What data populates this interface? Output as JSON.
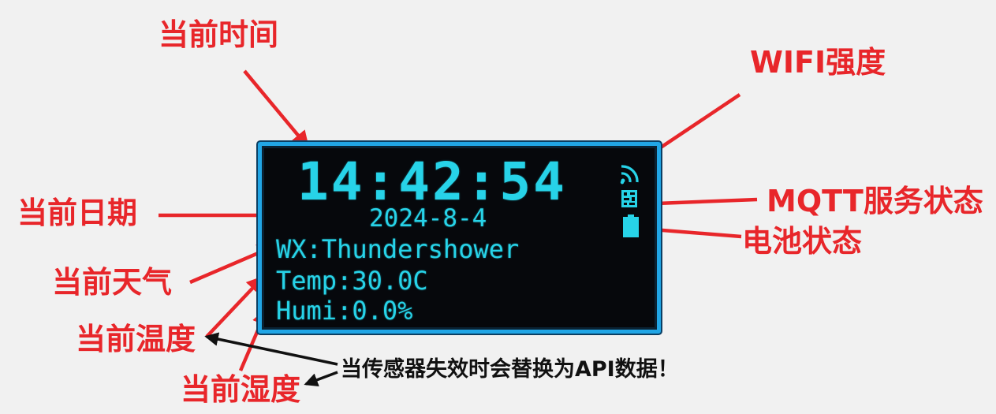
{
  "annotations": {
    "time": "当前时间",
    "wifi": "WIFI强度",
    "date": "当前日期",
    "mqtt": "MQTT服务状态",
    "battery": "电池状态",
    "weather": "当前天气",
    "temperature": "当前温度",
    "humidity": "当前湿度",
    "note": "当传感器失效时会替换为API数据！"
  },
  "display": {
    "time": "14:42:54",
    "date": "2024-8-4",
    "weather": "WX:Thundershower",
    "temperature": "Temp:30.0C",
    "humidity": "Humi:0.0%"
  },
  "icons": [
    "wifi-icon",
    "mqtt-status-icon",
    "battery-icon"
  ],
  "colors": {
    "annotation": "#e8262a",
    "screen_text": "#27d3e8",
    "screen_border": "#21a6e6",
    "screen_bg": "#06080c",
    "note_text": "#111111"
  }
}
